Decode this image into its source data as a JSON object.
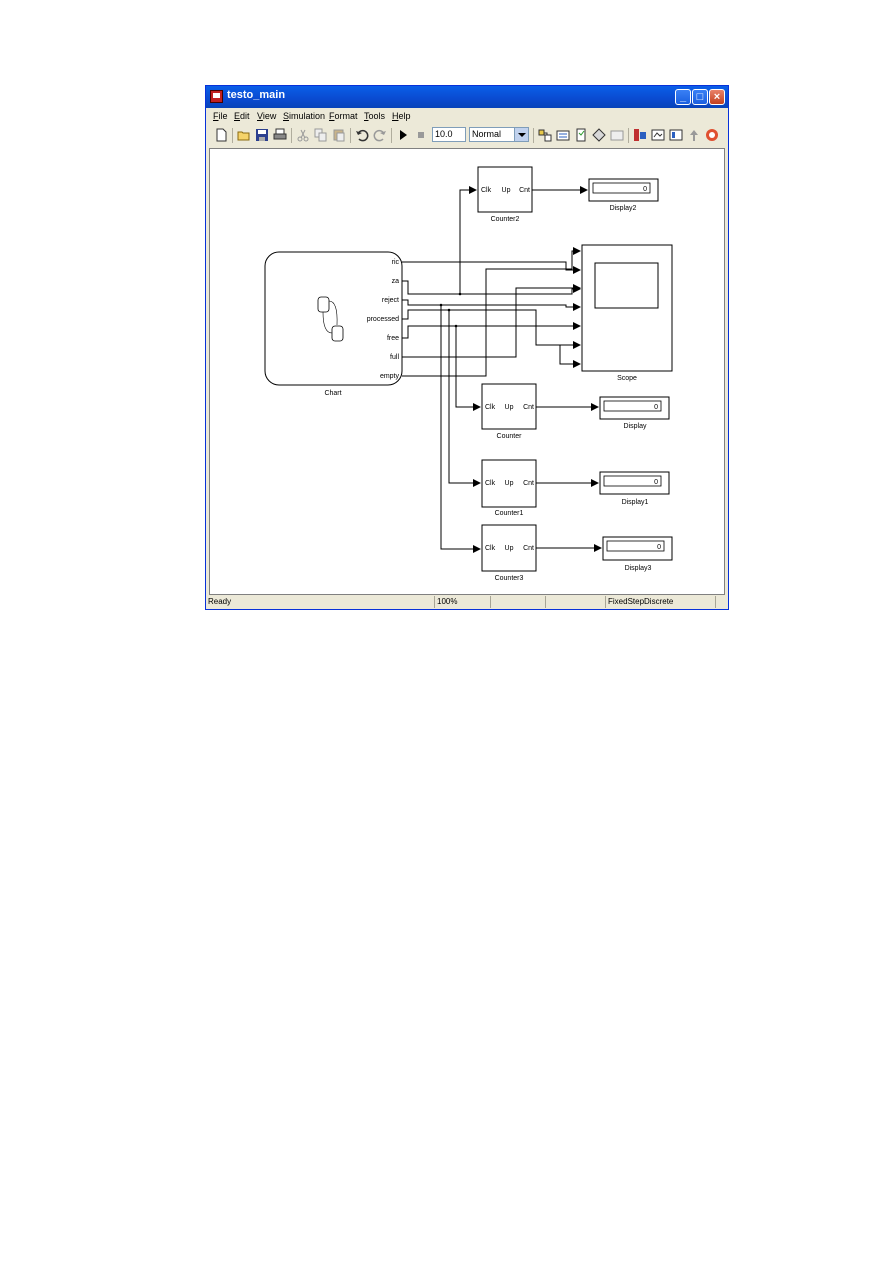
{
  "window": {
    "title": "testo_main"
  },
  "menu": [
    {
      "label": "File",
      "u": "F",
      "rest": "ile"
    },
    {
      "label": "Edit",
      "u": "E",
      "rest": "dit"
    },
    {
      "label": "View",
      "u": "V",
      "rest": "iew"
    },
    {
      "label": "Simulation",
      "u": "S",
      "rest": "imulation"
    },
    {
      "label": "Format",
      "u": "F",
      "rest": "ormat"
    },
    {
      "label": "Tools",
      "u": "T",
      "rest": "ools"
    },
    {
      "label": "Help",
      "u": "H",
      "rest": "elp"
    }
  ],
  "toolbar": {
    "stop_time": "10.0",
    "sim_mode": "Normal",
    "icons": [
      "new-icon",
      "open-icon",
      "save-icon",
      "print-icon",
      "cut-icon",
      "copy-icon",
      "paste-icon",
      "undo-icon",
      "redo-icon",
      "play-icon",
      "stop-icon",
      "library-browser-icon",
      "build-icon",
      "model-explorer-icon",
      "debug-icon",
      "update-diagram-icon",
      "go-to-parent-icon"
    ]
  },
  "diagram": {
    "chart": {
      "label": "Chart",
      "outputs": [
        "ric",
        "za",
        "reject",
        "processed",
        "free",
        "full",
        "empty"
      ]
    },
    "scope": {
      "label": "Scope"
    },
    "counters": [
      {
        "id": "counter2",
        "label": "Counter2",
        "ports": [
          "Clk",
          "Up",
          "Cnt"
        ]
      },
      {
        "id": "counter",
        "label": "Counter",
        "ports": [
          "Clk",
          "Up",
          "Cnt"
        ]
      },
      {
        "id": "counter1",
        "label": "Counter1",
        "ports": [
          "Clk",
          "Up",
          "Cnt"
        ]
      },
      {
        "id": "counter3",
        "label": "Counter3",
        "ports": [
          "Clk",
          "Up",
          "Cnt"
        ]
      }
    ],
    "displays": [
      {
        "id": "display2",
        "label": "Display2",
        "value": "0"
      },
      {
        "id": "display",
        "label": "Display",
        "value": "0"
      },
      {
        "id": "display1",
        "label": "Display1",
        "value": "0"
      },
      {
        "id": "display3",
        "label": "Display3",
        "value": "0"
      }
    ]
  },
  "status": {
    "state": "Ready",
    "zoom": "100%",
    "solver": "FixedStepDiscrete"
  }
}
